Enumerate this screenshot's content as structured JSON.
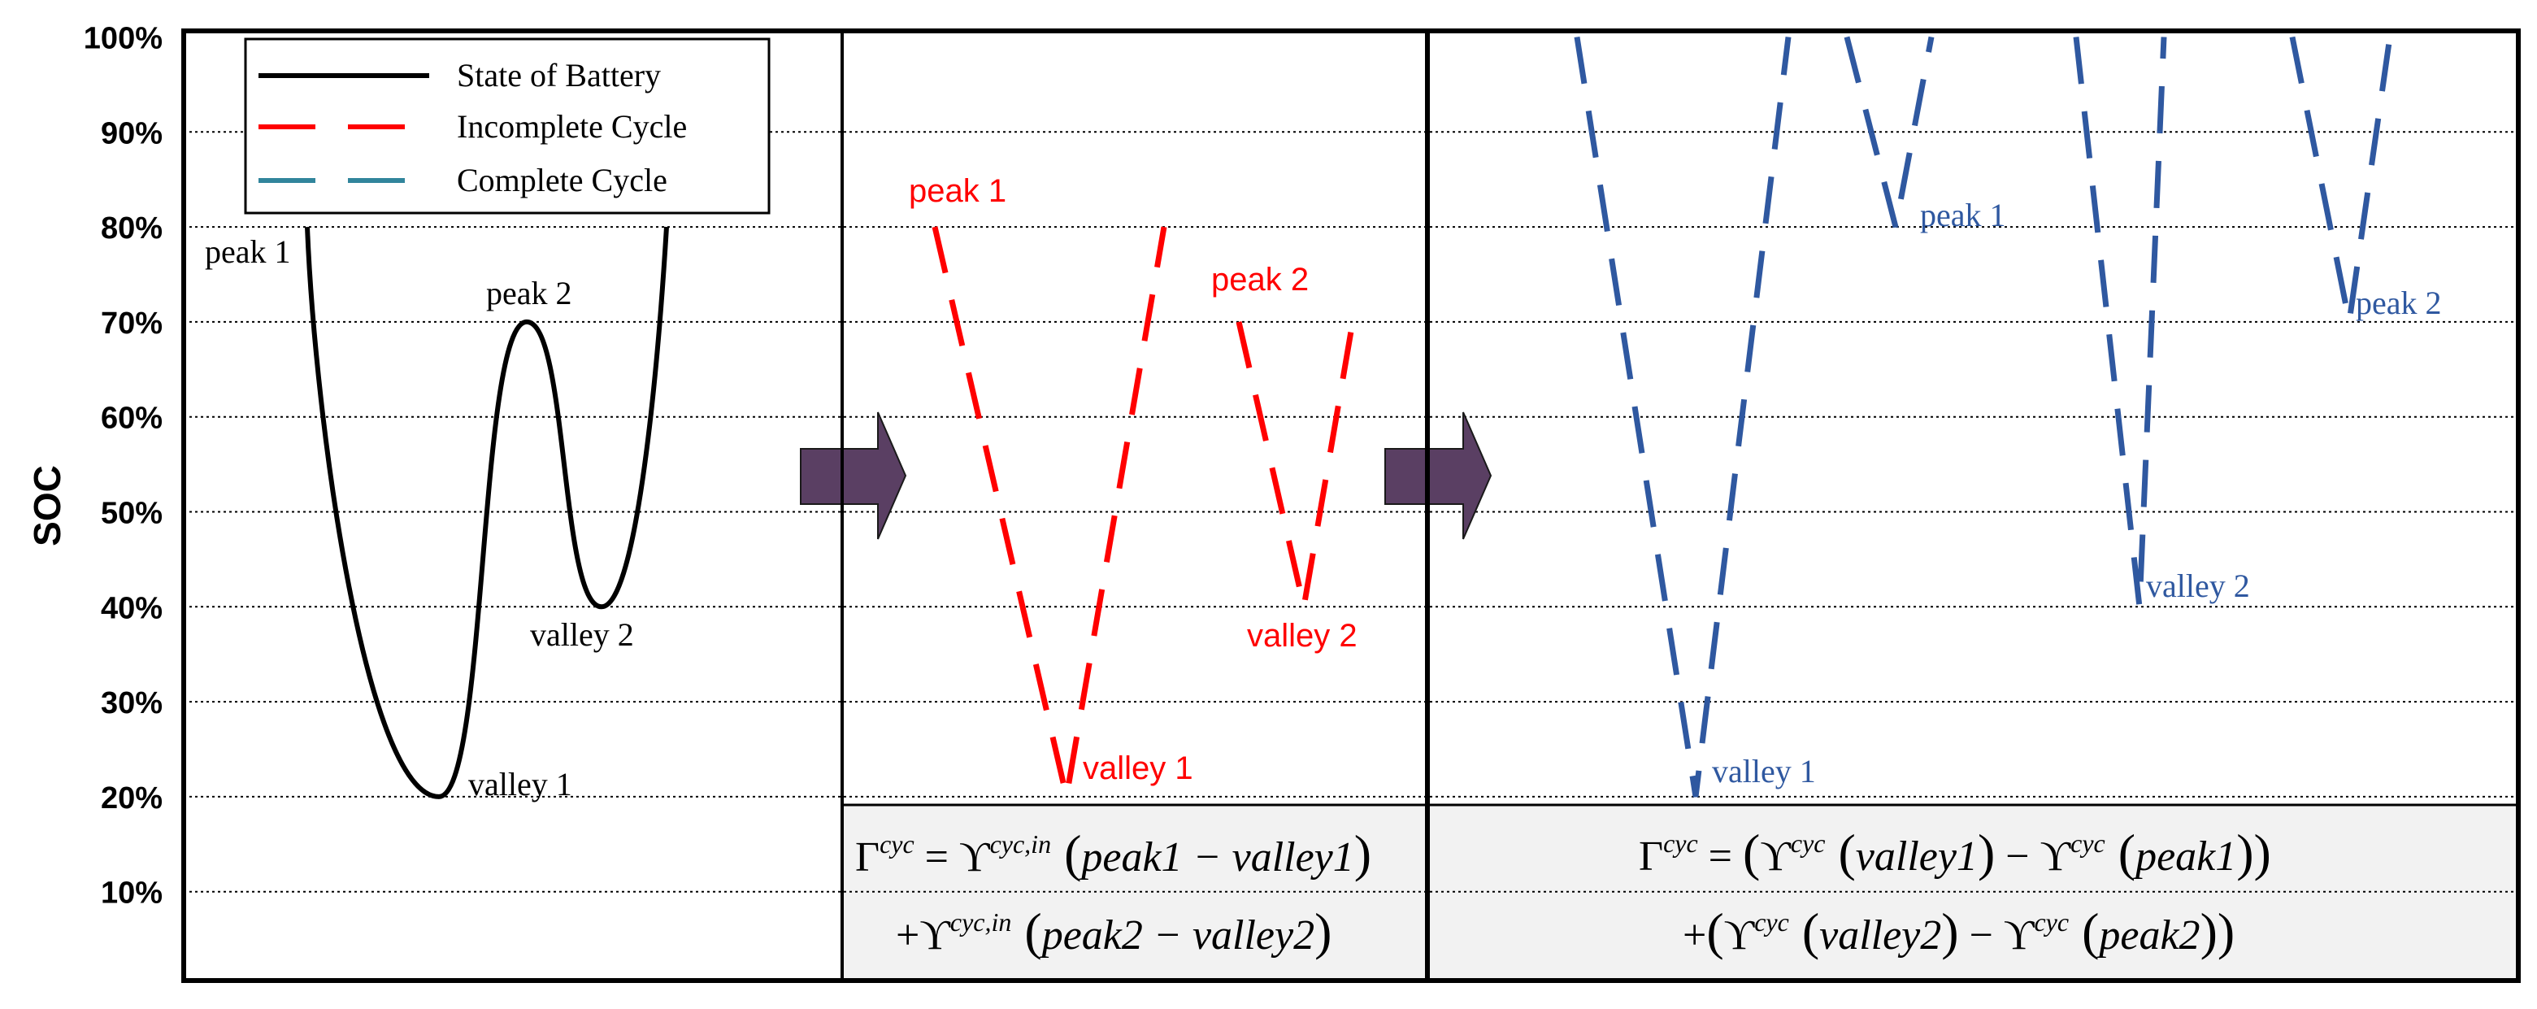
{
  "chart_data": {
    "type": "line",
    "ylabel": "SOC",
    "ylim": [
      0,
      100
    ],
    "y_ticks": [
      "10%",
      "20%",
      "30%",
      "40%",
      "50%",
      "60%",
      "70%",
      "80%",
      "90%",
      "100%"
    ],
    "grid": true,
    "legend_position": "top-left",
    "legend": [
      {
        "label": "State of Battery",
        "color": "#000000"
      },
      {
        "label": "Incomplete Cycle",
        "color": "#ff0000"
      },
      {
        "label": "Complete Cycle",
        "color": "#31859c"
      }
    ],
    "panels": [
      {
        "id": "state",
        "series": [
          {
            "name": "State of Battery",
            "points": [
              {
                "label": "peak 1",
                "soc": 80
              },
              {
                "label": "valley 1",
                "soc": 20
              },
              {
                "label": "peak 2",
                "soc": 70
              },
              {
                "label": "valley 2",
                "soc": 40
              },
              {
                "label": "",
                "soc": 80
              }
            ]
          }
        ],
        "labels": [
          "peak 1",
          "peak 2",
          "valley 2",
          "valley 1"
        ]
      },
      {
        "id": "incomplete",
        "series": [
          {
            "name": "Incomplete Cycle",
            "points": [
              {
                "label": "peak 1",
                "soc": 80
              },
              {
                "label": "valley 1",
                "soc": 20
              },
              {
                "label": "",
                "soc": 80
              },
              {
                "label": "peak 2",
                "soc": 70
              },
              {
                "label": "valley 2",
                "soc": 40
              },
              {
                "label": "",
                "soc": 70
              }
            ]
          }
        ],
        "labels": [
          "peak 1",
          "peak 2",
          "valley 2",
          "valley 1"
        ],
        "formula": {
          "line1": {
            "lhs": "Γ",
            "lhs_sup": "cyc",
            "eq": " = ϒ",
            "eq_sup": "cyc,in",
            "arg": "peak1 − valley1"
          },
          "line2": {
            "pre": "+ϒ",
            "pre_sup": "cyc,in",
            "arg": "peak2 − valley2"
          }
        }
      },
      {
        "id": "complete",
        "series": [
          {
            "name": "Complete Cycle",
            "points": [
              {
                "label": "",
                "soc": 100
              },
              {
                "label": "valley 1",
                "soc": 20
              },
              {
                "label": "",
                "soc": 100
              },
              {
                "label": "peak 1",
                "soc": 80
              },
              {
                "label": "",
                "soc": 100
              },
              {
                "label": "valley 2",
                "soc": 40
              },
              {
                "label": "",
                "soc": 100
              },
              {
                "label": "peak 2",
                "soc": 70
              },
              {
                "label": "",
                "soc": 100
              }
            ]
          }
        ],
        "labels": [
          "peak 1",
          "peak 2",
          "valley 2",
          "valley 1"
        ],
        "formula": {
          "line1": {
            "lhs": "Γ",
            "lhs_sup": "cyc",
            "a": "valley1",
            "b": "peak1"
          },
          "line2": {
            "a": "valley2",
            "b": "peak2"
          },
          "fn": "ϒ",
          "fn_sup": "cyc"
        }
      }
    ],
    "colors": {
      "state": "#000000",
      "incomplete": "#ff0000",
      "complete": "#2f58a0",
      "arrow": "#5a3f63",
      "formula_bg": "#f2f2f2"
    }
  }
}
